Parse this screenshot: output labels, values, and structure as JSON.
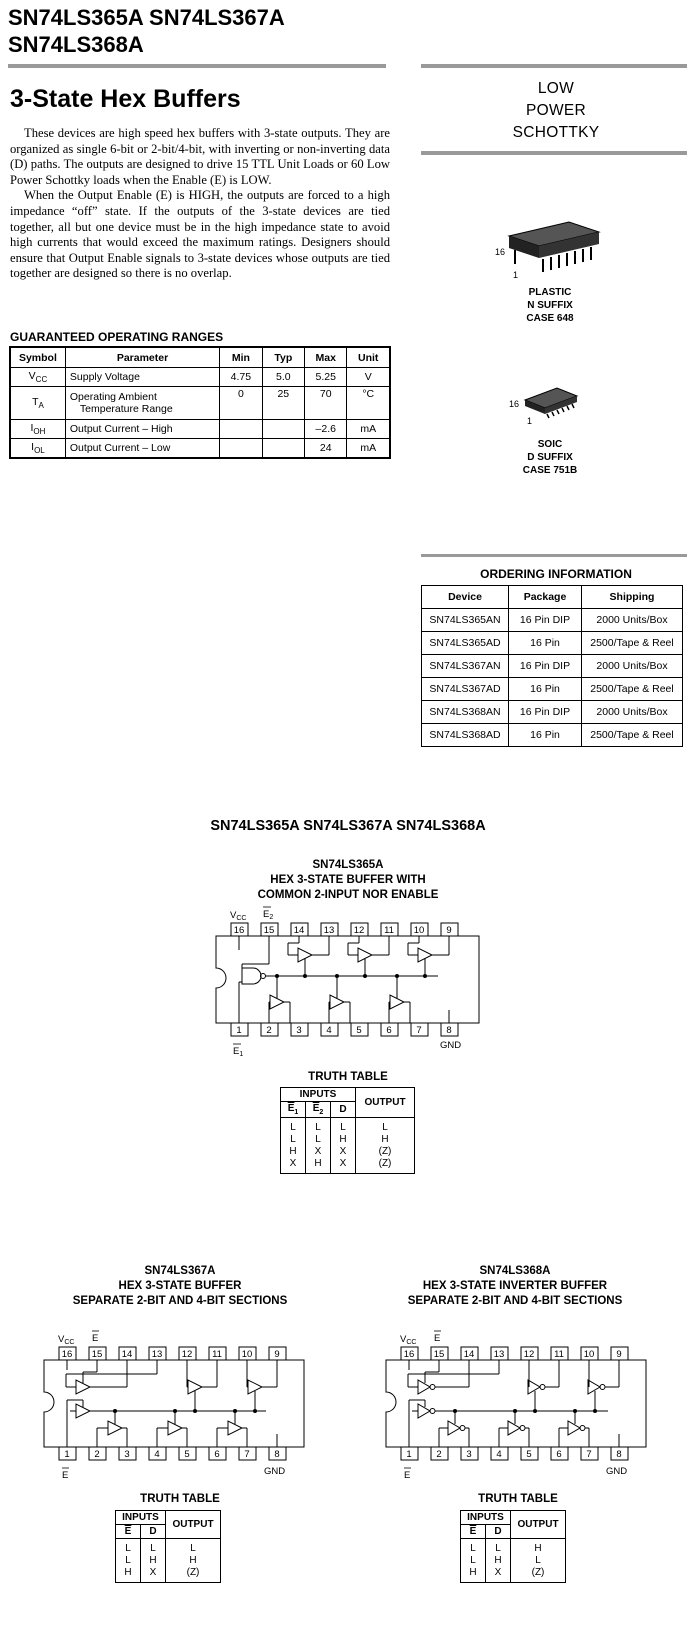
{
  "header": {
    "title_line1": "SN74LS365A SN74LS367A",
    "title_line2": "SN74LS368A"
  },
  "section_title": "3-State Hex Buffers",
  "description": {
    "p1": "These devices are high speed hex buffers with 3-state outputs. They are organized as single 6-bit or 2-bit/4-bit, with inverting or non-inverting data (D) paths. The outputs are designed to drive 15 TTL Unit Loads or 60 Low Power Schottky loads when the Enable (E) is LOW.",
    "p2": "When the Output Enable (E) is HIGH, the outputs are forced to a high impedance “off” state. If the outputs of the 3-state devices are tied together, all but one device must be in the high impedance state to avoid high currents that would exceed the maximum ratings. Designers should ensure that Output Enable signals to 3-state devices whose outputs are tied together are designed so there is no overlap."
  },
  "family": {
    "line1": "LOW",
    "line2": "POWER",
    "line3": "SCHOTTKY"
  },
  "operating_ranges": {
    "title": "GUARANTEED OPERATING RANGES",
    "headers": [
      "Symbol",
      "Parameter",
      "Min",
      "Typ",
      "Max",
      "Unit"
    ],
    "rows": [
      {
        "sym": "V",
        "sub": "CC",
        "param1": "Supply Voltage",
        "param2": "",
        "min": "4.75",
        "typ": "5.0",
        "max": "5.25",
        "unit": "V"
      },
      {
        "sym": "T",
        "sub": "A",
        "param1": "Operating Ambient",
        "param2": "Temperature Range",
        "min": "0",
        "typ": "25",
        "max": "70",
        "unit": "°C"
      },
      {
        "sym": "I",
        "sub": "OH",
        "param1": "Output Current – High",
        "param2": "",
        "min": "",
        "typ": "",
        "max": "–2.6",
        "unit": "mA"
      },
      {
        "sym": "I",
        "sub": "OL",
        "param1": "Output Current – Low",
        "param2": "",
        "min": "",
        "typ": "",
        "max": "24",
        "unit": "mA"
      }
    ]
  },
  "packages": {
    "pdip": {
      "pin_top": "16",
      "pin_bottom": "1",
      "line1": "PLASTIC",
      "line2": "N SUFFIX",
      "line3": "CASE 648"
    },
    "soic": {
      "pin_top": "16",
      "pin_bottom": "1",
      "line1": "SOIC",
      "line2": "D SUFFIX",
      "line3": "CASE 751B"
    }
  },
  "ordering": {
    "title": "ORDERING INFORMATION",
    "headers": [
      "Device",
      "Package",
      "Shipping"
    ],
    "rows": [
      [
        "SN74LS365AN",
        "16 Pin DIP",
        "2000 Units/Box"
      ],
      [
        "SN74LS365AD",
        "16 Pin",
        "2500/Tape & Reel"
      ],
      [
        "SN74LS367AN",
        "16 Pin DIP",
        "2000 Units/Box"
      ],
      [
        "SN74LS367AD",
        "16 Pin",
        "2500/Tape & Reel"
      ],
      [
        "SN74LS368AN",
        "16 Pin DIP",
        "2000 Units/Box"
      ],
      [
        "SN74LS368AD",
        "16 Pin",
        "2500/Tape & Reel"
      ]
    ]
  },
  "diagrams_title": "SN74LS365A SN74LS367A SN74LS368A",
  "d365": {
    "name": "SN74LS365A",
    "line1": "HEX 3-STATE BUFFER WITH",
    "line2": "COMMON 2-INPUT NOR ENABLE",
    "top_pins": [
      "16",
      "15",
      "14",
      "13",
      "12",
      "11",
      "10",
      "9"
    ],
    "bottom_pins": [
      "1",
      "2",
      "3",
      "4",
      "5",
      "6",
      "7",
      "8"
    ],
    "vcc": "V",
    "vcc_sub": "CC",
    "e2": "E",
    "e2_sub": "2",
    "e1": "E",
    "e1_sub": "1",
    "gnd": "GND",
    "tt_title": "TRUTH TABLE",
    "tt_inputs": "INPUTS",
    "tt_output": "OUTPUT",
    "tt_cols": [
      "E1",
      "E2",
      "D"
    ],
    "tt_rows": [
      [
        "L",
        "L",
        "L",
        "L"
      ],
      [
        "L",
        "L",
        "H",
        "H"
      ],
      [
        "H",
        "X",
        "X",
        "(Z)"
      ],
      [
        "X",
        "H",
        "X",
        "(Z)"
      ]
    ]
  },
  "d367": {
    "name": "SN74LS367A",
    "line1": "HEX 3-STATE BUFFER",
    "line2": "SEPARATE 2-BIT AND 4-BIT SECTIONS",
    "top_pins": [
      "16",
      "15",
      "14",
      "13",
      "12",
      "11",
      "10",
      "9"
    ],
    "bottom_pins": [
      "1",
      "2",
      "3",
      "4",
      "5",
      "6",
      "7",
      "8"
    ],
    "vcc": "V",
    "vcc_sub": "CC",
    "e": "E",
    "gnd": "GND",
    "tt_title": "TRUTH TABLE",
    "tt_inputs": "INPUTS",
    "tt_output": "OUTPUT",
    "tt_cols": [
      "E",
      "D"
    ],
    "tt_rows": [
      [
        "L",
        "L",
        "L"
      ],
      [
        "L",
        "H",
        "H"
      ],
      [
        "H",
        "X",
        "(Z)"
      ]
    ]
  },
  "d368": {
    "name": "SN74LS368A",
    "line1": "HEX 3-STATE INVERTER BUFFER",
    "line2": "SEPARATE 2-BIT AND 4-BIT SECTIONS",
    "top_pins": [
      "16",
      "15",
      "14",
      "13",
      "12",
      "11",
      "10",
      "9"
    ],
    "bottom_pins": [
      "1",
      "2",
      "3",
      "4",
      "5",
      "6",
      "7",
      "8"
    ],
    "vcc": "V",
    "vcc_sub": "CC",
    "e": "E",
    "gnd": "GND",
    "tt_title": "TRUTH TABLE",
    "tt_inputs": "INPUTS",
    "tt_output": "OUTPUT",
    "tt_cols": [
      "E",
      "D"
    ],
    "tt_rows": [
      [
        "L",
        "L",
        "H"
      ],
      [
        "L",
        "H",
        "L"
      ],
      [
        "H",
        "X",
        "(Z)"
      ]
    ]
  }
}
